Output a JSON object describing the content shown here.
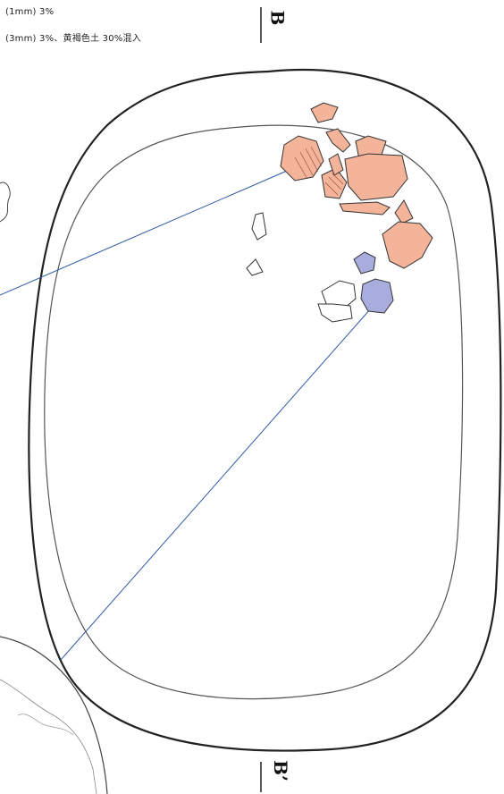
{
  "notes": {
    "line1": "(1mm) 3%",
    "line2": "(3mm) 3%、黄褐色土 30%混入"
  },
  "section_labels": {
    "top": "B",
    "bottom": "B’"
  },
  "colors": {
    "reddish_fragments": "#f4b49a",
    "blue_stones": "#a9addd",
    "outline": "#222222",
    "leader_line": "#2f5aa8"
  }
}
